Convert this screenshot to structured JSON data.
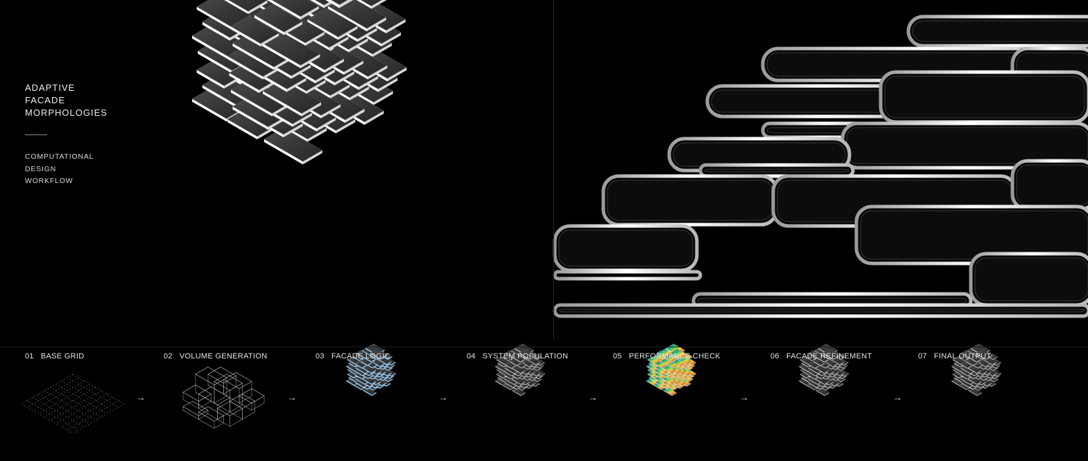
{
  "title": {
    "lines": [
      "ADAPTIVE",
      "FACADE",
      "MORPHOLOGIES"
    ]
  },
  "subtitle": {
    "lines": [
      "COMPUTATIONAL",
      "DESIGN",
      "WORKFLOW"
    ]
  },
  "steps": [
    {
      "num": "01",
      "label": "BASE GRID"
    },
    {
      "num": "02",
      "label": "VOLUME GENERATION"
    },
    {
      "num": "03",
      "label": "FACADE LOGIC"
    },
    {
      "num": "04",
      "label": "SYSTEM POPULATION"
    },
    {
      "num": "05",
      "label": "PERFORMANCE CHECK"
    },
    {
      "num": "06",
      "label": "FACADE REFINEMENT"
    },
    {
      "num": "07",
      "label": "FINAL OUTPUT"
    }
  ],
  "arrow_glyph": "→",
  "colors": {
    "background": "#000000",
    "slab_top": "#3a3a3a",
    "slab_edge": "#e6e6e6",
    "accent_blue": "#7fc8ff"
  },
  "icons": [
    "stacked-slab-massing-render",
    "extruded-slab-closeup-render",
    "grid-wireframe-icon",
    "volume-massing-icon",
    "facade-logic-icon",
    "system-population-icon",
    "performance-heatmap-icon",
    "facade-refinement-icon",
    "final-output-icon"
  ]
}
